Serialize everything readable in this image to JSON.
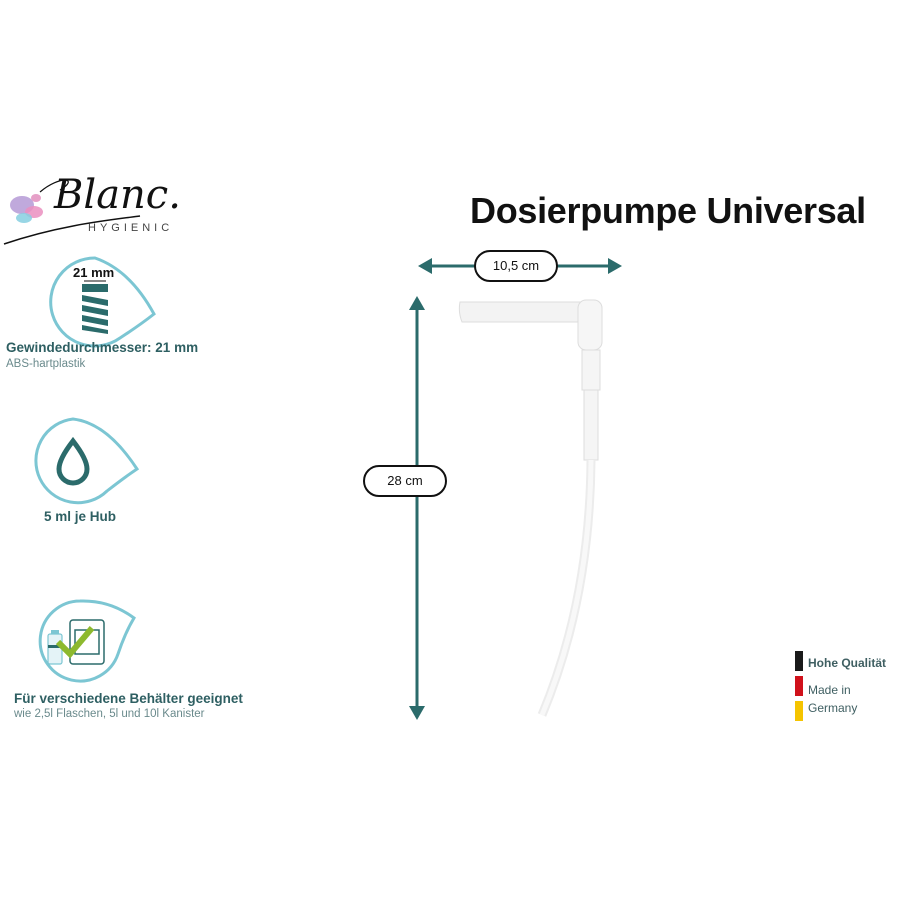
{
  "brand": {
    "name": "Blanc.",
    "tagline": "HYGIENIC"
  },
  "title": "Dosierpumpe Universal",
  "features": [
    {
      "icon": "thread-icon",
      "badge": "21 mm",
      "title": "Gewindedurchmesser: 21 mm",
      "subtitle": "ABS-hartplastik"
    },
    {
      "icon": "drop-icon",
      "title": "5 ml je Hub"
    },
    {
      "icon": "containers-check-icon",
      "title": "Für verschiedene Behälter geeignet",
      "subtitle": "wie 2,5l Flaschen, 5l und 10l Kanister"
    }
  ],
  "dimensions": {
    "width": "10,5 cm",
    "height": "28 cm"
  },
  "quality": {
    "label": "Hohe Qualität",
    "made_in_line1": "Made in",
    "made_in_line2": "Germany",
    "colors": [
      "#1a1a1a",
      "#d0111b",
      "#f5c400"
    ]
  },
  "colors": {
    "accent": "#2b6b6b",
    "drop_outline": "#7cc6d3",
    "check": "#8db92e"
  }
}
